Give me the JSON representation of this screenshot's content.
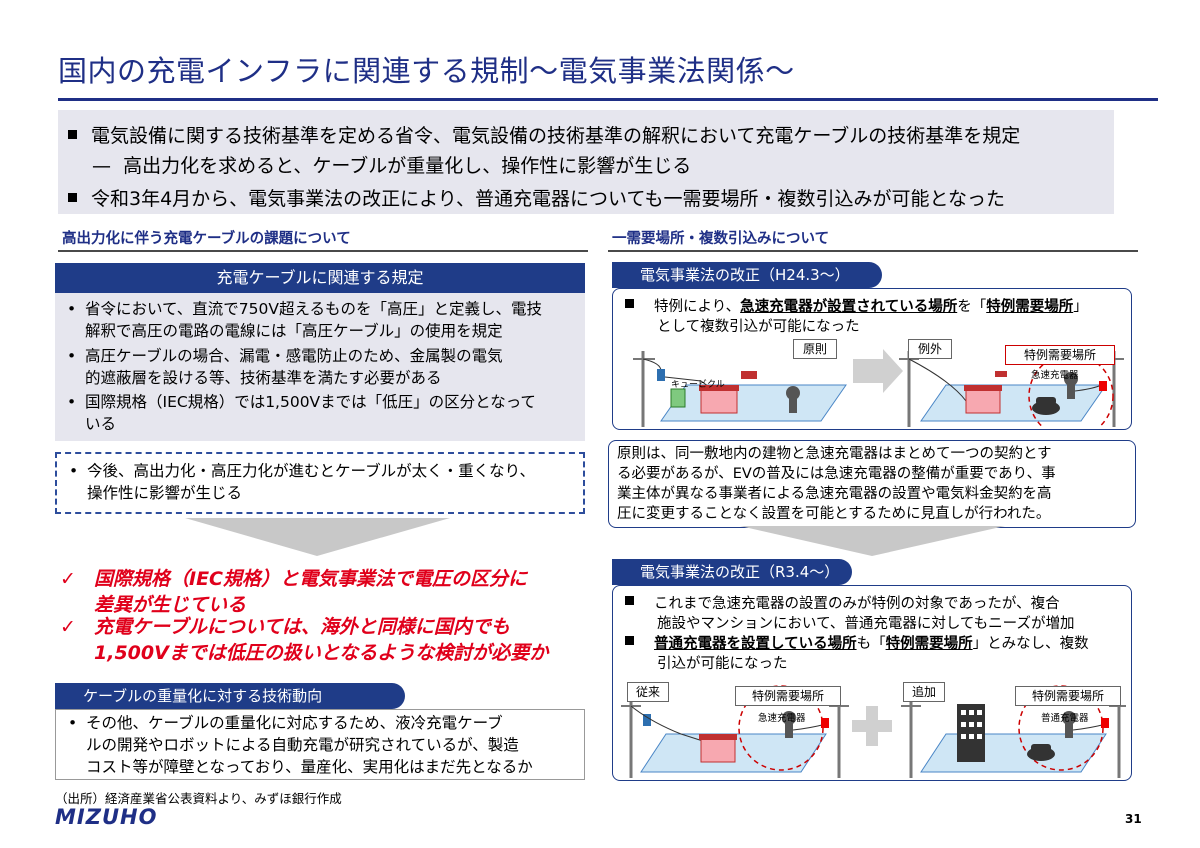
{
  "title": "国内の充電インフラに関連する規制～電気事業法関係～",
  "summary": {
    "line1": "電気設備に関する技術基準を定める省令、電気設備の技術基準の解釈において充電ケーブルの技術基準を規定",
    "line2_dash": "—",
    "line2": "高出力化を求めると、ケーブルが重量化し、操作性に影響が生じる",
    "line3": "令和3年4月から、電気事業法の改正により、普通充電器についても一需要場所・複数引込みが可能となった"
  },
  "left": {
    "heading": "高出力化に伴う充電ケーブルの課題について",
    "box_title": "充電ケーブルに関連する規定",
    "bullets": [
      [
        "省令において、直流で750V超えるものを「高圧」と定義し、電技",
        "解釈で高圧の電路の電線には「高圧ケーブル」の使用を規定"
      ],
      [
        "高圧ケーブルの場合、漏電・感電防止のため、金属製の電気",
        "的遮蔽層を設ける等、技術基準を満たす必要がある"
      ],
      [
        "国際規格（IEC規格）では1,500Vまでは「低圧」の区分となって",
        "いる"
      ]
    ],
    "dashed": [
      "今後、高出力化・高圧力化が進むとケーブルが太く・重くなり、",
      "操作性に影響が生じる"
    ],
    "check1": [
      "国際規格（IEC規格）と電気事業法で電圧の区分に",
      "差異が生じている"
    ],
    "check2": [
      "充電ケーブルについては、海外と同様に国内でも",
      "1,500Vまでは低圧の扱いとなるような検討が必要か"
    ],
    "check_mark": "✓",
    "tech_title": "ケーブルの重量化に対する技術動向",
    "tech_lines": [
      "その他、ケーブルの重量化に対応するため、液冷充電ケーブ",
      "ルの開発やロボットによる自動充電が研究されているが、製造",
      "コスト等が障壁となっており、量産化、実用化はまだ先となるか"
    ],
    "bullet_dot": "•"
  },
  "right": {
    "heading": "一需要場所・複数引込みについて",
    "tab1": "電気事業法の改正（H24.3～）",
    "box1_line1_a": "特例により、",
    "box1_line1_u": "急速充電器が設置されている場所",
    "box1_line1_b": "を「",
    "box1_line1_u2": "特例需要場所",
    "box1_line1_c": "」",
    "box1_line2": "として複数引込が可能になった",
    "label_gensoku": "原則",
    "label_reigai": "例外",
    "label_tokurei": "特例需要場所",
    "label_cubicle": "キュービクル",
    "label_kyusoku": "急速充電器",
    "explain": [
      "原則は、同一敷地内の建物と急速充電器はまとめて一つの契約とす",
      "る必要があるが、EVの普及には急速充電器の整備が重要であり、事",
      "業主体が異なる事業者による急速充電器の設置や電気料金契約を高",
      "圧に変更することなく設置を可能とするために見直しが行われた。"
    ],
    "tab2": "電気事業法の改正（R3.4～）",
    "box2_line1": "これまで急速充電器の設置のみが特例の対象であったが、複合",
    "box2_line2": "施設やマンションにおいて、普通充電器に対してもニーズが増加",
    "box2_line3_u": "普通充電器を設置している場所",
    "box2_line3_a": "も「",
    "box2_line3_u2": "特例需要場所",
    "box2_line3_b": "」とみなし、複数",
    "box2_line4": "引込が可能になった",
    "label_jurai": "従来",
    "label_tsuika": "追加",
    "label_tokurei2": "特例需要場所",
    "label_tokurei3": "特例需要場所",
    "label_kyusoku2": "急速充電器",
    "label_futsu": "普通充電器"
  },
  "footer": {
    "source": "（出所）経済産業省公表資料より、みずほ銀行作成",
    "logo": "MIZUHO",
    "page": "31"
  },
  "colors": {
    "navy": "#1f3c88",
    "title": "#1f2f86",
    "red": "#e0001b",
    "gray_bg": "#e6e6ee"
  }
}
